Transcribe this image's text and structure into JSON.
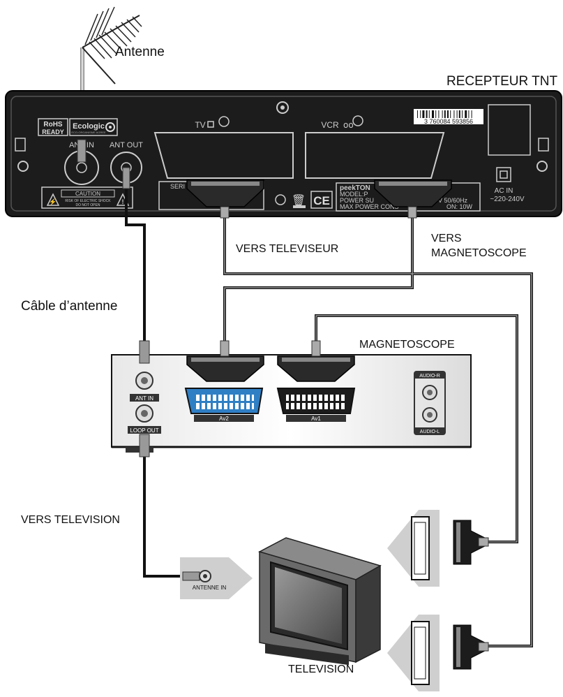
{
  "labels": {
    "antenne": "Antenne",
    "recepteur": "RECEPTEUR TNT",
    "vers_televiseur": "VERS TELEVISEUR",
    "vers_magnetoscope_1": "VERS",
    "vers_magnetoscope_2": "MAGNETOSCOPE",
    "cable_antenne": "Câble d’antenne",
    "magnetoscope": "MAGNETOSCOPE",
    "vers_television": "VERS TELEVISION",
    "television": "TELEVISION"
  },
  "receiver": {
    "rohs_1": "RoHS",
    "rohs_2": "READY",
    "ecologic": "Ecologic",
    "ecologic_sub": "ECO-ORGANISME AGREE",
    "ant_in": "ANT IN",
    "ant_out": "ANT OUT",
    "tv": "TV",
    "vcr": "VCR",
    "barcode": "3 760084 593856",
    "caution": "CAUTION",
    "caution_sub_1": "RISK OF ELECTRIC SHOCK",
    "caution_sub_2": "DO NOT OPEN",
    "serial": "SERI",
    "brand": "peekTON",
    "model": "MODEL:P",
    "power_supply": "POWER SU",
    "power_value": "V 50/60Hz",
    "max_power": "MAX POWER CONS",
    "max_power_value": "ON: 10W",
    "ac_in_1": "AC IN",
    "ac_in_2": "~220-240V",
    "ce": "CE"
  },
  "vcr": {
    "ant_in": "ANT IN",
    "loop_out": "LOOP OUT",
    "av2": "Av2",
    "av1": "Av1",
    "audio_r": "AUDIO-R",
    "audio_l": "AUDIO-L"
  },
  "tv_panel": {
    "antenne_in": "ANTENNE IN"
  },
  "colors": {
    "device": "#1c1c1c",
    "scart_blue": "#2f7fc4",
    "panel_grey": "#cfcfcf",
    "cable": "#111111"
  }
}
